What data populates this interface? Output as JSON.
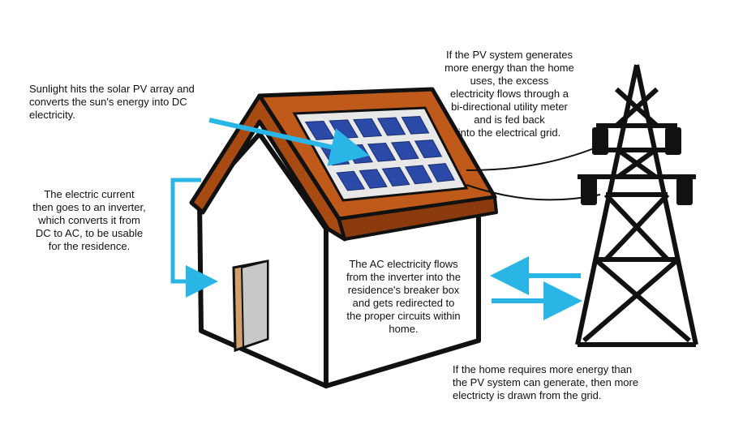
{
  "colors": {
    "arrow": "#29b6e6",
    "roof": "#c05a1a",
    "roof_dark": "#8a3a0c",
    "panel_cell": "#2b4aa8",
    "panel_frame": "#e8e8e8",
    "wall": "#ffffff",
    "door": "#c8c8c8",
    "door_frame": "#d4a06a",
    "outline": "#111111"
  },
  "captions": {
    "sunlight": "Sunlight hits the solar PV array and\nconverts the sun's energy into DC\nelectricity.",
    "inverter": "The electric current\nthen goes to an inverter,\nwhich converts it from\nDC to AC, to be usable\nfor the residence.",
    "ac_flow": "The AC electricity flows\nfrom the inverter into the\nresidence's breaker box\nand gets redirected to\nthe proper circuits within\nhome.",
    "excess": "If the PV system generates\nmore energy than the home\nuses, the excess\nelectricity flows through a\nbi-directional utility meter\nand is fed back\ninto the electrical grid.",
    "grid_draw": "If the home requires more energy than\nthe PV system can generate, then more\nelectricty is drawn from the grid."
  },
  "icons": [
    "house-icon",
    "solar-panel-icon",
    "transmission-tower-icon",
    "sunlight-arrow-icon",
    "inverter-arrow-icon",
    "grid-to-home-arrow-icon",
    "home-to-grid-arrow-icon"
  ]
}
